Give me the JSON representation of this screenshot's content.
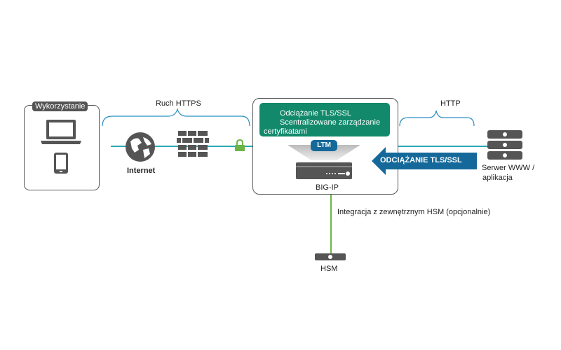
{
  "user_group": {
    "label": "Wykorzystanie",
    "icons": [
      "laptop-icon",
      "smartphone-icon"
    ]
  },
  "https_segment": {
    "label": "Ruch HTTPS",
    "icons": [
      "globe-icon",
      "firewall-icon",
      "lock-icon"
    ],
    "internet_label": "Internet"
  },
  "bigip": {
    "features": [
      "Odciążanie TLS/SSL",
      "Scentralizowane zarządzanie",
      "certyfikatami"
    ],
    "module_badge": "LTM",
    "device_label": "BIG-IP"
  },
  "http_segment": {
    "label": "HTTP"
  },
  "offload_arrow": {
    "label": "ODCIĄŻANIE TLS/SSL"
  },
  "server": {
    "label_line1": "Serwer WWW /",
    "label_line2": "aplikacja"
  },
  "hsm": {
    "integration_label": "Integracja z zewnętrznym HSM (opcjonalnie)",
    "label": "HSM"
  },
  "colors": {
    "teal_line": "#2aa8b4",
    "green_line": "#6cb544",
    "panel_green": "#12896b",
    "arrow_blue": "#15699a",
    "icon_gray": "#555555"
  }
}
